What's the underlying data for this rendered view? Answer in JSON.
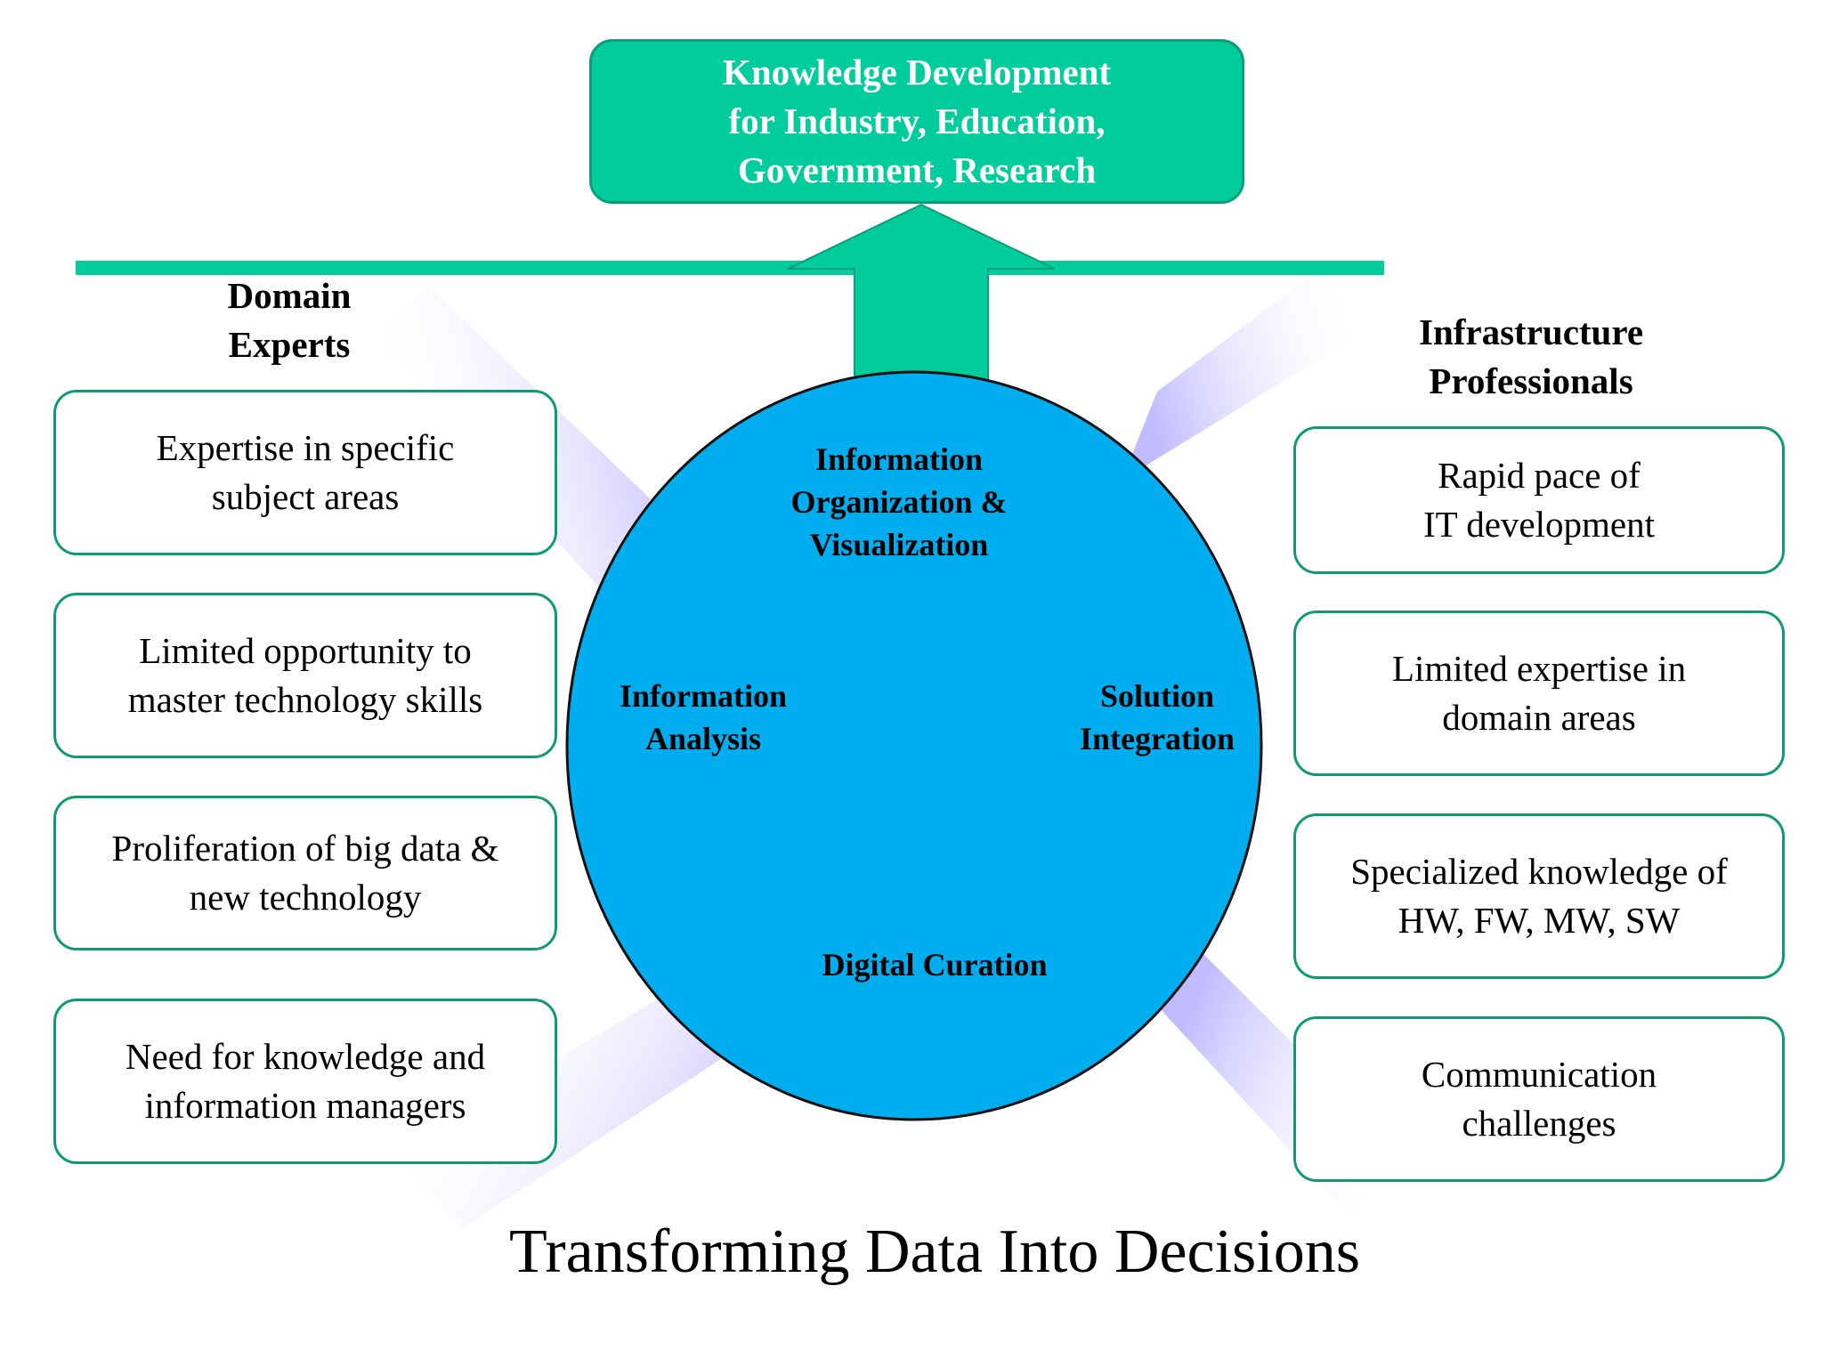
{
  "header": {
    "title": "Knowledge Development\nfor Industry, Education,\nGovernment, Research"
  },
  "left_group": {
    "heading": "Domain\nExperts",
    "items": [
      "Expertise in specific\nsubject areas",
      "Limited opportunity to\nmaster technology skills",
      "Proliferation of big data &\nnew technology",
      "Need for knowledge and\ninformation managers"
    ]
  },
  "right_group": {
    "heading": "Infrastructure\nProfessionals",
    "items": [
      "Rapid pace of\nIT development",
      "Limited expertise in\ndomain areas",
      "Specialized knowledge of\nHW, FW, MW, SW",
      "Communication\nchallenges"
    ]
  },
  "center": {
    "top": "Information\nOrganization &\nVisualization",
    "left": "Information\nAnalysis",
    "right": "Solution\nIntegration",
    "bottom": "Digital Curation"
  },
  "footer": {
    "title": "Transforming Data Into Decisions"
  },
  "colors": {
    "accent_green": "#00cc9c",
    "circle_blue": "#00adee",
    "card_border": "#0f9a72",
    "glow": "#bdb8ff"
  }
}
